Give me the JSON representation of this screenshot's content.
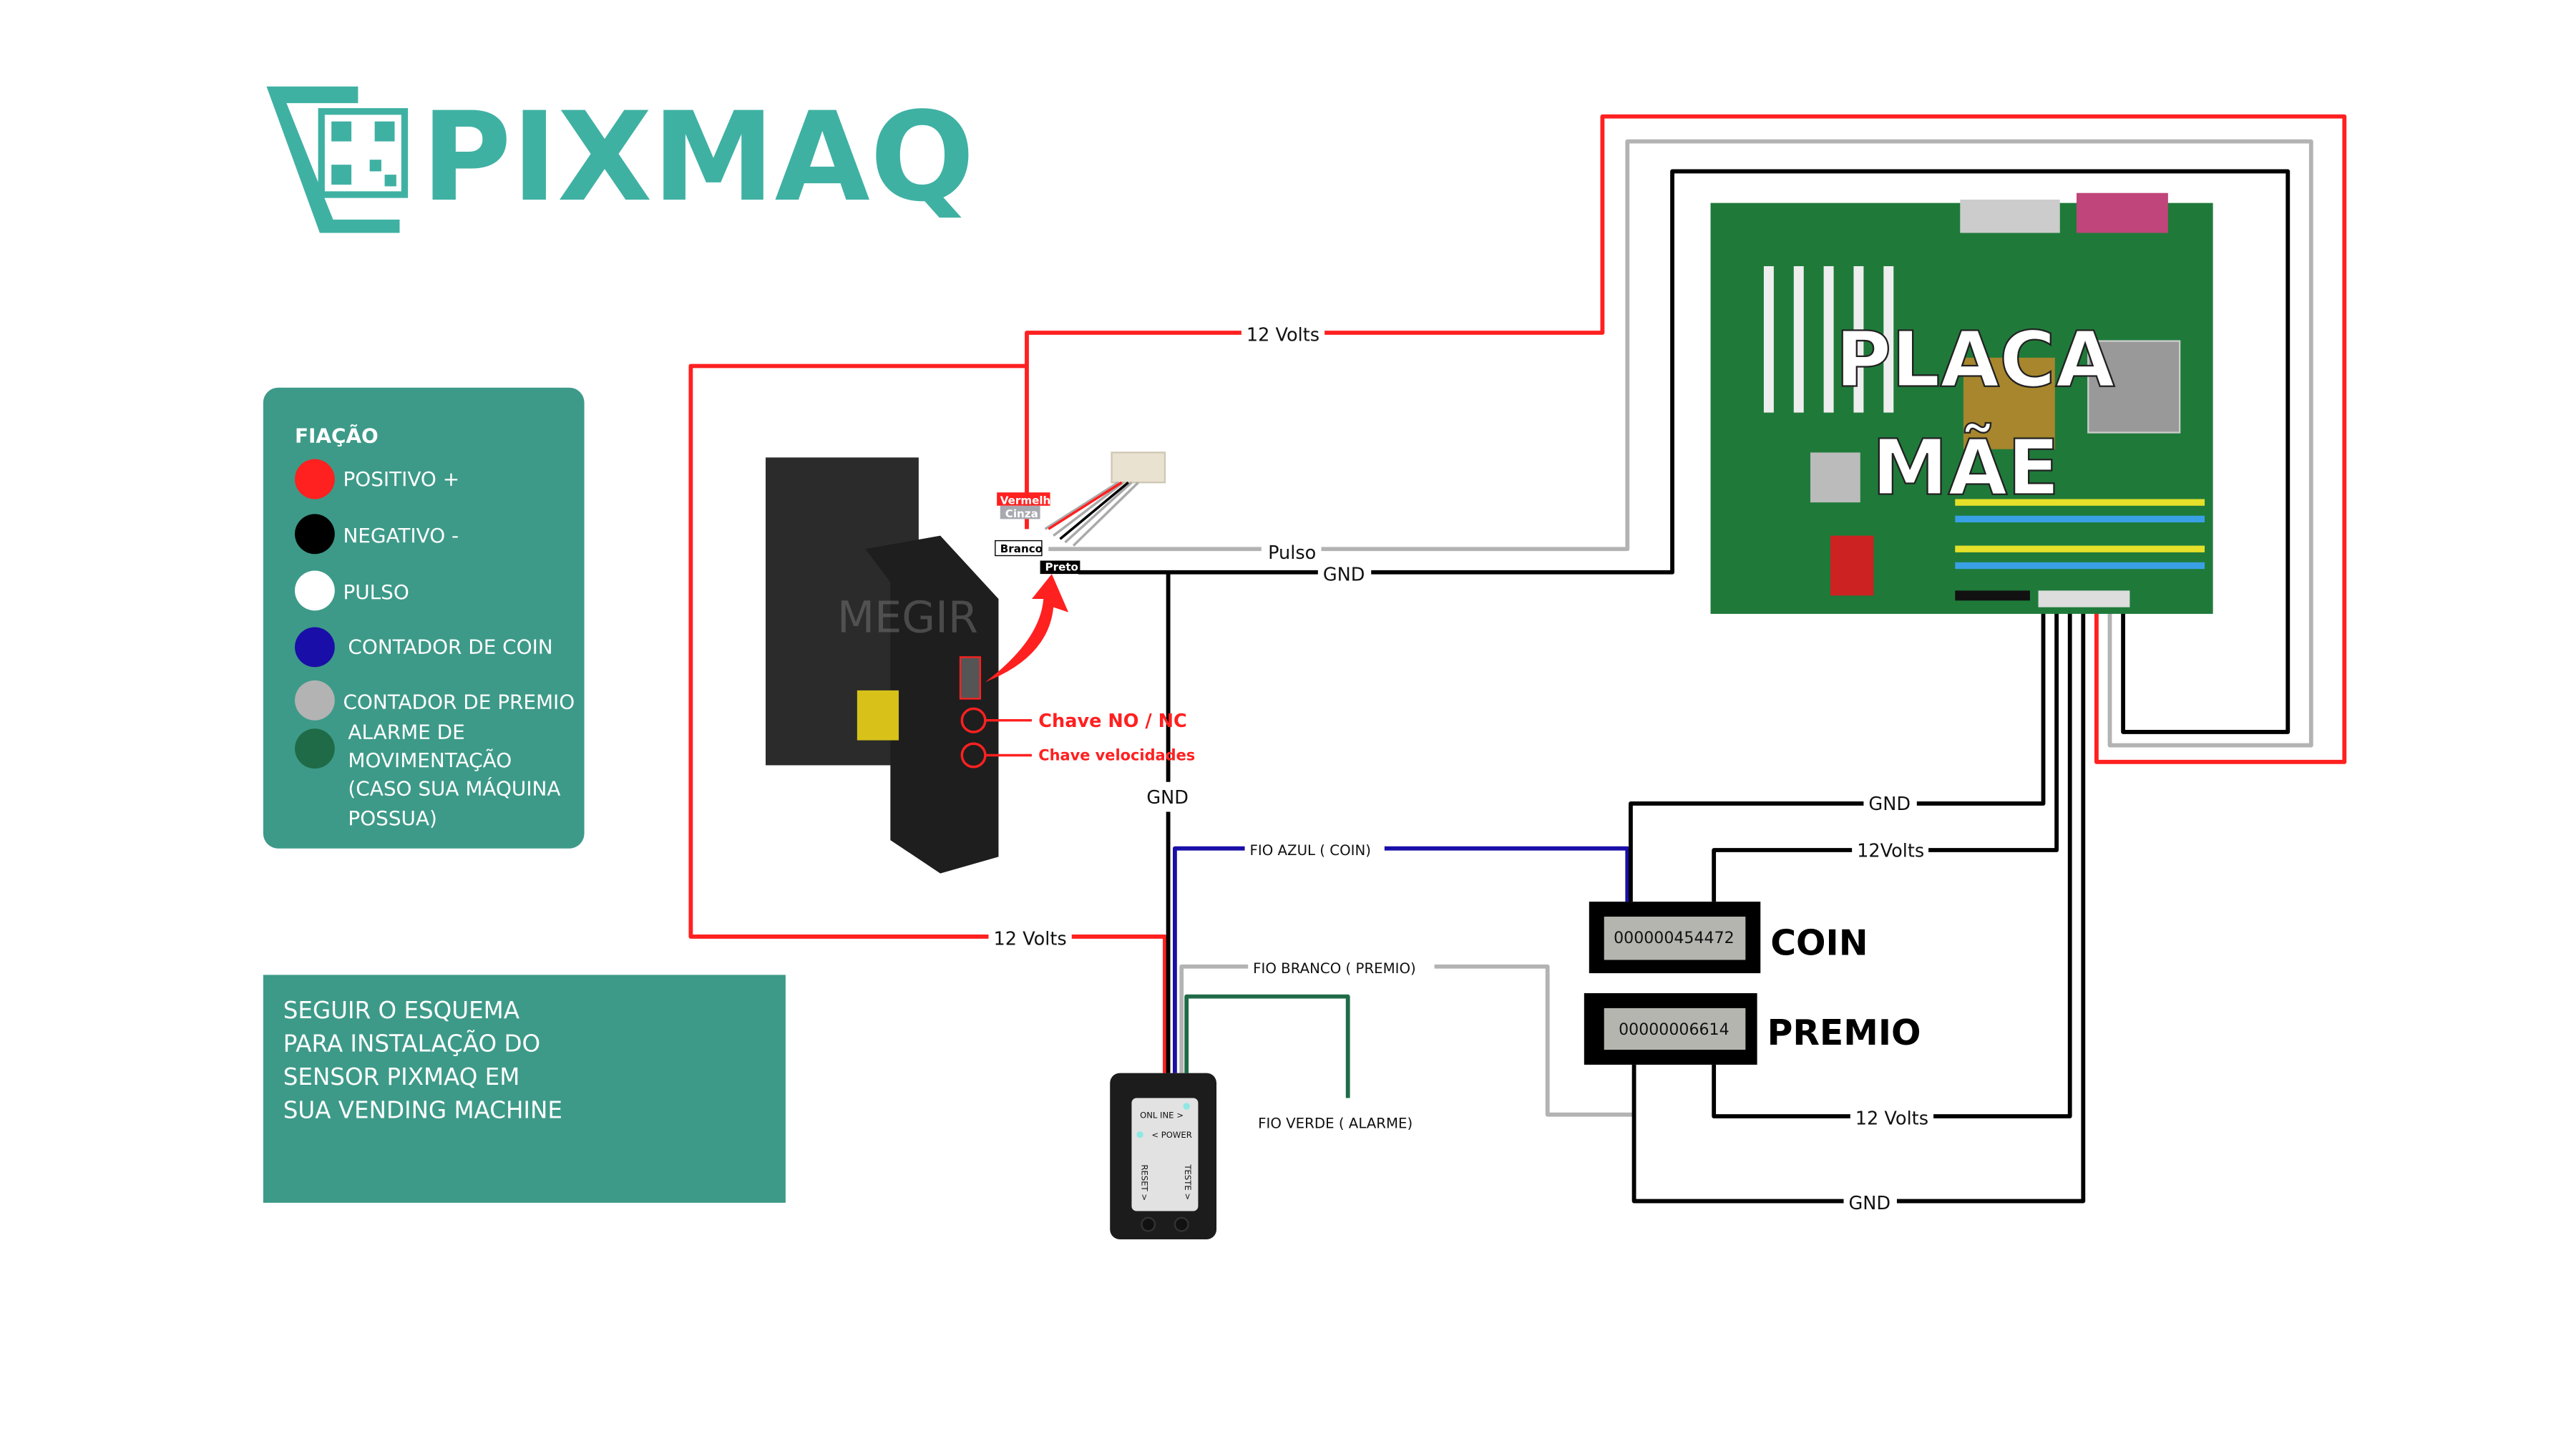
{
  "brand": {
    "name": "PIXMAQ",
    "color": "#3fb1a3"
  },
  "legend": {
    "title": "FIAÇÃO",
    "items": [
      {
        "label": "POSITIVO +",
        "color": "#ff2020"
      },
      {
        "label": "NEGATIVO -",
        "color": "#000000"
      },
      {
        "label": "PULSO",
        "color": "#ffffff"
      },
      {
        "label": "CONTADOR DE COIN",
        "color": "#1a0ea8"
      },
      {
        "label": "CONTADOR DE PREMIO",
        "color": "#b3b3b3"
      },
      {
        "label": "ALARME DE",
        "color": "#1f6b48"
      }
    ],
    "alarm_lines": [
      "MOVIMENTAÇÃO",
      "(CASO SUA MÁQUINA",
      "POSSUA)"
    ]
  },
  "instructions": {
    "lines": [
      "SEGUIR O ESQUEMA",
      "PARA INSTALAÇÃO DO",
      "SENSOR PIXMAQ EM",
      "SUA VENDING MACHINE"
    ]
  },
  "coin_acceptor": {
    "wire_tags": [
      "Vermelho",
      "Cinza",
      "Branco",
      "Preto"
    ],
    "watermark": "MEGIR",
    "switch_labels": [
      "Chave NO / NC",
      "Chave velocidades"
    ]
  },
  "motherboard": {
    "label_line1": "PLACA",
    "label_line2": "MÃE"
  },
  "wires": {
    "top_12v": "12 Volts",
    "left_12v": "12 Volts",
    "pulso": "Pulso",
    "gnd_top": "GND",
    "gnd_vertical": "GND",
    "fio_azul": "FIO AZUL ( COIN)",
    "fio_branco": "FIO BRANCO ( PREMIO)",
    "fio_verde": "FIO VERDE ( ALARME)",
    "counter_gnd_top": "GND",
    "counter_12v_top": "12Volts",
    "counter_12v_bottom": "12 Volts",
    "counter_gnd_bottom": "GND"
  },
  "counters": [
    {
      "label": "COIN",
      "value": "000000454472"
    },
    {
      "label": "PREMIO",
      "value": "00000006614"
    }
  ],
  "device": {
    "online": "ONL INE >",
    "power": "< POWER",
    "reset": "RESET >",
    "teste": "TESTE >",
    "led_color": "#8ee8e4"
  },
  "colors": {
    "panel": "#3d9a88",
    "red": "#ff2020",
    "gray": "#b3b3b3",
    "blue": "#1a0ea8",
    "green": "#1f6b48",
    "board": "#1f7a3a"
  }
}
